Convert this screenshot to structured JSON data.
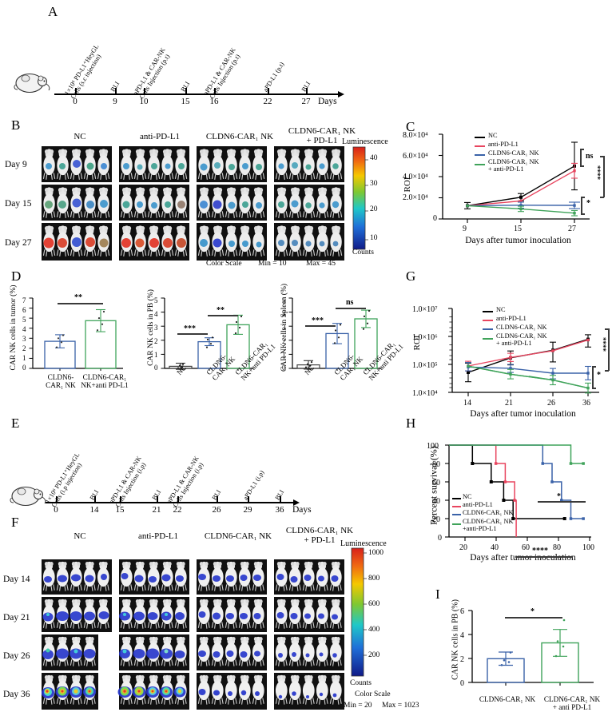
{
  "panels": {
    "A": "A",
    "B": "B",
    "C": "C",
    "D": "D",
    "E": "E",
    "F": "F",
    "G": "G",
    "H": "H",
    "I": "I"
  },
  "timeline_A": {
    "days_label": "Days",
    "ticks": [
      "0",
      "9",
      "10",
      "15",
      "16",
      "22",
      "27"
    ],
    "events": [
      "1×10⁶ PD-L1⁺HeyGL\nCells (s.c injection)",
      "BLI",
      "aPD-L1 & CAR-NK\nCells Injection (p.t)",
      "BLI",
      "aPD-L1 & CAR-NK\nCells Injection (p.t)",
      "aPD-L1 (p.t)",
      "BLI"
    ],
    "event_lines": [
      [
        "1×10⁶ PD-L1⁺HeyGL",
        "Cells (s.c injection)"
      ],
      [
        "BLI",
        ""
      ],
      [
        "aPD-L1 & CAR-NK",
        "Cells Injection (p.t)"
      ],
      [
        "BLI",
        ""
      ],
      [
        "aPD-L1 & CAR-NK",
        "Cells Injection (p.t)"
      ],
      [
        "aPD-L1 (p.t)",
        ""
      ],
      [
        "BLI",
        ""
      ]
    ]
  },
  "timeline_E": {
    "days_label": "Days",
    "ticks": [
      "0",
      "14",
      "15",
      "21",
      "22",
      "26",
      "29",
      "36"
    ],
    "event_lines": [
      [
        "1×10⁶ PD-L1⁺HeyGL",
        "Cells (i.p injection)"
      ],
      [
        "BLI",
        ""
      ],
      [
        "aPD-L1 & CAR-NK",
        "Cells Injection (i.p)"
      ],
      [
        "BLI",
        ""
      ],
      [
        "aPD-L1 & CAR-NK",
        "Cells Injection (i.p)"
      ],
      [
        "BLI",
        ""
      ],
      [
        "aPD-L1 (i.p)",
        ""
      ],
      [
        "BLI",
        ""
      ]
    ]
  },
  "grid_B": {
    "column_titles": [
      [
        "NC",
        ""
      ],
      [
        "anti-PD-L1",
        ""
      ],
      [
        "CLDN6-CAR₁ NK",
        ""
      ],
      [
        "CLDN6-CAR₁ NK",
        "+ PD-L1"
      ]
    ],
    "row_labels": [
      "Day 9",
      "Day 15",
      "Day 27"
    ],
    "colorbar": {
      "title": "Luminescence",
      "ticks": [
        "40",
        "30",
        "20",
        "10"
      ],
      "units": "Counts",
      "scale_label": "Color Scale",
      "min": "Min = 10",
      "max": "Max = 45"
    }
  },
  "grid_F": {
    "column_titles": [
      [
        "NC",
        ""
      ],
      [
        "anti-PD-L1",
        ""
      ],
      [
        "CLDN6-CAR₁ NK",
        ""
      ],
      [
        "CLDN6-CAR₁ NK",
        "+ PD-L1"
      ]
    ],
    "row_labels": [
      "Day 14",
      "Day 21",
      "Day 26",
      "Day 36"
    ],
    "colorbar": {
      "title": "Luminescence",
      "ticks": [
        "1000",
        "800",
        "600",
        "400",
        "200"
      ],
      "units": "Counts",
      "scale_label": "Color Scale",
      "min": "Min = 20",
      "max": "Max = 1023"
    }
  },
  "colors": {
    "nc": "#000000",
    "anti_pdl1": "#e8455f",
    "car_nk": "#3a62a8",
    "combo": "#3fa35a",
    "sig": "#3a3a3a"
  },
  "chart_data": [
    {
      "id": "C",
      "type": "line",
      "title": "",
      "xlabel": "Days after tumor inoculation",
      "ylabel": "ROI",
      "x": [
        9,
        15,
        27
      ],
      "xticklabels": [
        "9",
        "15",
        "27"
      ],
      "yticklabels": [
        "0",
        "2.0×10⁴",
        "4.0×10⁴",
        "6.0×10⁴",
        "8.0×10⁴"
      ],
      "ylim": [
        0,
        80000
      ],
      "yticks": [
        0,
        20000,
        40000,
        60000,
        80000
      ],
      "series": [
        {
          "name": "NC",
          "color": "#000000",
          "values": [
            12500,
            20500,
            50000
          ],
          "err": [
            3000,
            3500,
            22500
          ]
        },
        {
          "name": "anti-PD-L1",
          "color": "#e8455f",
          "values": [
            12500,
            17000,
            45500
          ],
          "err": [
            3000,
            2500,
            7000
          ]
        },
        {
          "name": "CLDN6-CAR₁ NK",
          "color": "#3a62a8",
          "values": [
            12500,
            13000,
            12800
          ],
          "err": [
            2800,
            2800,
            3000
          ]
        },
        {
          "name": "CLDN6-CAR₁ NK + anti-PD-L1",
          "color": "#3fa35a",
          "values": [
            12500,
            9500,
            5500
          ],
          "err": [
            2800,
            2500,
            2500
          ]
        }
      ],
      "legend": [
        "NC",
        "anti-PD-L1",
        "CLDN6-CAR₁ NK",
        "CLDN6-CAR₁ NK",
        "+ anti-PD-L1"
      ],
      "annotations": [
        {
          "text": "ns",
          "pair": "NC vs anti-PD-L1"
        },
        {
          "text": "****",
          "pair": "NC vs CLDN6-CAR₁ NK"
        },
        {
          "text": "*",
          "pair": "CAR NK vs combo"
        }
      ]
    },
    {
      "id": "D1",
      "type": "bar",
      "ylabel": "CAR NK cells in tumor (%)",
      "categories": [
        "CLDN6-CAR₁ NK",
        "CLDN6-CAR₁ NK+anti PD-L1"
      ],
      "category_lines": [
        [
          "CLDN6-",
          "CAR₁ NK"
        ],
        [
          "CLDN6-CAR₁",
          "NK+anti PD-L1"
        ]
      ],
      "values": [
        2.7,
        4.75
      ],
      "err": [
        0.65,
        1.1
      ],
      "points": [
        [
          2.1,
          2.6,
          3.0,
          3.3
        ],
        [
          3.8,
          4.4,
          5.0,
          5.7
        ]
      ],
      "colors": [
        "#3a62a8",
        "#3fa35a"
      ],
      "yticklabels": [
        "0",
        "1",
        "2",
        "3",
        "4",
        "5",
        "6",
        "7"
      ],
      "ylim": [
        0,
        7
      ],
      "significance": [
        {
          "text": "**",
          "from": 0,
          "to": 1
        }
      ]
    },
    {
      "id": "D2",
      "type": "bar",
      "ylabel": "CAR NK cells in PB (%)",
      "categories": [
        "NC",
        "CLDN6-CAR₁ NK",
        "CLDN6-CAR₁ NK+anti PD-L1"
      ],
      "category_lines": [
        [
          "NC",
          ""
        ],
        [
          "CLDN6-",
          "CAR₁ NK"
        ],
        [
          "CLDN6-CAR₁",
          "NK+anti PD-L1"
        ]
      ],
      "values": [
        0.15,
        1.9,
        3.1
      ],
      "err": [
        0.22,
        0.28,
        0.68
      ],
      "points": [
        [
          0.05,
          0.1,
          0.2,
          0.3
        ],
        [
          1.5,
          1.75,
          2.05,
          2.2
        ],
        [
          2.5,
          2.9,
          3.3,
          3.7
        ]
      ],
      "colors": [
        "#444444",
        "#3a62a8",
        "#3fa35a"
      ],
      "yticklabels": [
        "0",
        "1",
        "2",
        "3",
        "4",
        "5"
      ],
      "ylim": [
        0,
        5
      ],
      "significance": [
        {
          "text": "***",
          "from": 0,
          "to": 1
        },
        {
          "text": "**",
          "from": 1,
          "to": 2
        }
      ]
    },
    {
      "id": "D3",
      "type": "bar",
      "ylabel": "CAR NK cells in Spleen (%)",
      "categories": [
        "NC",
        "CLDN6-CAR₁ NK",
        "CLDN6-CAR₁ NK+anti PD-L1"
      ],
      "category_lines": [
        [
          "NC",
          ""
        ],
        [
          "CLDN6-",
          "CAR₁ NK"
        ],
        [
          "CLDN6-CAR₁",
          "NK+anti PD-L1"
        ]
      ],
      "values": [
        0.25,
        2.48,
        3.52
      ],
      "err": [
        0.3,
        0.72,
        0.62
      ],
      "points": [
        [
          0.08,
          0.18,
          0.3,
          0.45
        ],
        [
          1.8,
          2.2,
          2.7,
          3.1
        ],
        [
          2.8,
          3.2,
          3.8,
          4.2
        ]
      ],
      "colors": [
        "#444444",
        "#3a62a8",
        "#3fa35a"
      ],
      "yticklabels": [
        "0",
        "1",
        "2",
        "3",
        "4",
        "5"
      ],
      "ylim": [
        0,
        5
      ],
      "significance": [
        {
          "text": "***",
          "from": 0,
          "to": 1
        },
        {
          "text": "ns",
          "from": 1,
          "to": 2
        }
      ]
    },
    {
      "id": "G",
      "type": "line",
      "xlabel": "Days after tumor inoculation",
      "ylabel": "ROI",
      "x": [
        14,
        21,
        26,
        36
      ],
      "xticklabels": [
        "14",
        "21",
        "26",
        "36"
      ],
      "yticklabels": [
        "1.0×10⁴",
        "1.0×10⁵",
        "1.0×10⁶",
        "1.0×10⁷"
      ],
      "ylim_log": [
        10000,
        10000000
      ],
      "yscale": "log",
      "series": [
        {
          "name": "NC",
          "color": "#000000",
          "values": [
            130000,
            420000,
            780000,
            1900000
          ],
          "err_lo": [
            60000,
            250000,
            300000,
            900000
          ],
          "err_hi": [
            230000,
            700000,
            1400000,
            2800000
          ]
        },
        {
          "name": "anti-PD-L1",
          "color": "#e8455f",
          "values": [
            220000,
            430000,
            760000,
            1800000
          ],
          "err_lo": [
            150000,
            320000,
            520000,
            1300000
          ],
          "err_hi": [
            330000,
            610000,
            1150000,
            2600000
          ]
        },
        {
          "name": "CLDN6-CAR₁ NK",
          "color": "#3a62a8",
          "values": [
            200000,
            180000,
            120000,
            120000
          ],
          "err_lo": [
            150000,
            140000,
            90000,
            85000
          ],
          "err_hi": [
            290000,
            240000,
            165000,
            185000
          ]
        },
        {
          "name": "CLDN6-CAR₁ NK + anti-PD-L1",
          "color": "#3fa35a",
          "values": [
            215000,
            100000,
            62000,
            32000
          ],
          "err_lo": [
            155000,
            68000,
            43000,
            22000
          ],
          "err_hi": [
            300000,
            145000,
            92000,
            47000
          ]
        }
      ],
      "legend": [
        "NC",
        "anti-PD-L1",
        "CLDN6-CAR₁ NK",
        "CLDN6-CAR₁ NK",
        "+ anti-PD-L1"
      ],
      "annotations": [
        {
          "text": "****"
        },
        {
          "text": "*"
        }
      ]
    },
    {
      "id": "H",
      "type": "line",
      "subtype": "kaplan-meier",
      "xlabel": "Days after tumor inoculation",
      "ylabel": "Percent survival (%)",
      "xticklabels": [
        "20",
        "40",
        "60",
        "80",
        "100"
      ],
      "xticks": [
        20,
        40,
        60,
        80,
        100
      ],
      "xlim": [
        10,
        100
      ],
      "yticklabels": [
        "0",
        "20",
        "40",
        "60",
        "80",
        "100"
      ],
      "yticks": [
        0,
        20,
        40,
        60,
        80,
        100
      ],
      "ylim": [
        0,
        100
      ],
      "series": [
        {
          "name": "NC",
          "color": "#000000",
          "steps": [
            [
              10,
              100
            ],
            [
              25,
              100
            ],
            [
              25,
              80
            ],
            [
              37,
              80
            ],
            [
              37,
              60
            ],
            [
              45,
              60
            ],
            [
              45,
              40
            ],
            [
              51,
              40
            ],
            [
              51,
              20
            ],
            [
              84,
              20
            ]
          ]
        },
        {
          "name": "anti-PD-L1",
          "color": "#e8455f",
          "steps": [
            [
              10,
              100
            ],
            [
              25,
              100
            ],
            [
              40,
              100
            ],
            [
              40,
              80
            ],
            [
              46,
              80
            ],
            [
              46,
              60
            ],
            [
              52,
              60
            ],
            [
              52,
              40
            ],
            [
              53,
              40
            ],
            [
              53,
              0
            ]
          ]
        },
        {
          "name": "CLDN6-CAR₁ NK",
          "color": "#3a62a8",
          "steps": [
            [
              10,
              100
            ],
            [
              70,
              100
            ],
            [
              70,
              80
            ],
            [
              76,
              80
            ],
            [
              76,
              60
            ],
            [
              82,
              60
            ],
            [
              82,
              40
            ],
            [
              88,
              40
            ],
            [
              88,
              20
            ],
            [
              96,
              20
            ]
          ]
        },
        {
          "name": "CLDN6-CAR₁ NK +anti-PD-L1",
          "color": "#3fa35a",
          "steps": [
            [
              10,
              100
            ],
            [
              88,
              100
            ],
            [
              88,
              80
            ],
            [
              96,
              80
            ]
          ]
        }
      ],
      "legend": [
        "NC",
        "anti-PD-L1",
        "CLDN6-CAR₁ NK",
        "CLDN6-CAR₁ NK",
        "+anti-PD-L1"
      ],
      "annotations": [
        {
          "text": "*"
        },
        {
          "text": "****"
        }
      ]
    },
    {
      "id": "I",
      "type": "bar",
      "ylabel": "CAR NK cells in PB (%)",
      "categories": [
        "CLDN6-CAR₁ NK",
        "CLDN6-CAR₁ NK + anti PD-L1"
      ],
      "category_lines": [
        [
          "CLDN6-CAR₁ NK",
          ""
        ],
        [
          "CLDN6-CAR₁ NK",
          "+ anti PD-L1"
        ]
      ],
      "values": [
        1.98,
        3.3
      ],
      "err": [
        0.55,
        1.12
      ],
      "points": [
        [
          1.45,
          1.7,
          1.85,
          2.5
        ],
        [
          2.2,
          3.0,
          3.45,
          5.2
        ]
      ],
      "colors": [
        "#3a62a8",
        "#3fa35a"
      ],
      "yticklabels": [
        "0",
        "2",
        "4",
        "6"
      ],
      "ylim": [
        0,
        6
      ],
      "significance": [
        {
          "text": "*",
          "from": 0,
          "to": 1
        }
      ]
    }
  ]
}
